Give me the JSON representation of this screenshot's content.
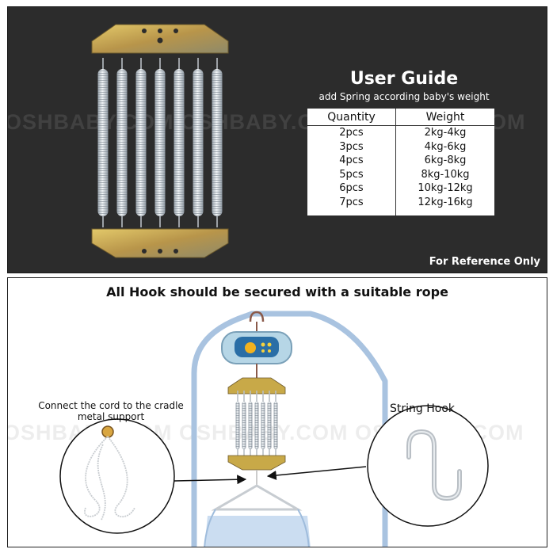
{
  "watermark": "OSHBABY.COM  OSHBABY.COM  OSHBABY.COM",
  "top": {
    "title": "User Guide",
    "subtitle": "add Spring according baby's weight",
    "table": {
      "headers": [
        "Quantity",
        "Weight"
      ],
      "rows": [
        [
          "2pcs",
          "2kg-4kg"
        ],
        [
          "3pcs",
          "4kg-6kg"
        ],
        [
          "4pcs",
          "6kg-8kg"
        ],
        [
          "5pcs",
          "8kg-10kg"
        ],
        [
          "6pcs",
          "10kg-12kg"
        ],
        [
          "7pcs",
          "12kg-16kg"
        ]
      ]
    },
    "footnote": "For Reference Only"
  },
  "bottom": {
    "title": "All Hook should be secured with a suitable rope",
    "connect_label": "Connect the cord to the cradle metal support",
    "hook_label": "String Hook"
  },
  "colors": {
    "dark_panel": "#2c2c2c",
    "plate_gold": "#c8a948",
    "spring_silver": "#cfd6dc",
    "cradle_frame": "#a9c3e0"
  }
}
